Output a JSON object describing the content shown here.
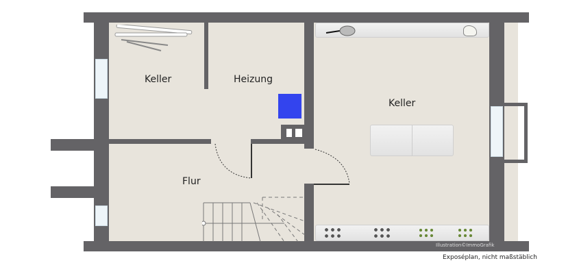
{
  "plan": {
    "rooms": [
      {
        "id": "keller-1",
        "label": "Keller"
      },
      {
        "id": "heizung",
        "label": "Heizung"
      },
      {
        "id": "keller-2",
        "label": "Keller"
      },
      {
        "id": "flur",
        "label": "Flur"
      }
    ],
    "credit": "Illustration©ImmoGrafik",
    "caption": "Exposéplan, nicht maßstäblich"
  },
  "colors": {
    "wall": "#646366",
    "floor": "#e8e4dc",
    "boiler": "#3344ee"
  },
  "icons": {
    "skis": "ski-icon",
    "racket": "tennis-racket-icon",
    "helmet": "helmet-icon",
    "boiler": "boiler-icon",
    "bottles": "wine-rack-icon",
    "table": "table-icon",
    "stairs": "staircase-icon"
  }
}
